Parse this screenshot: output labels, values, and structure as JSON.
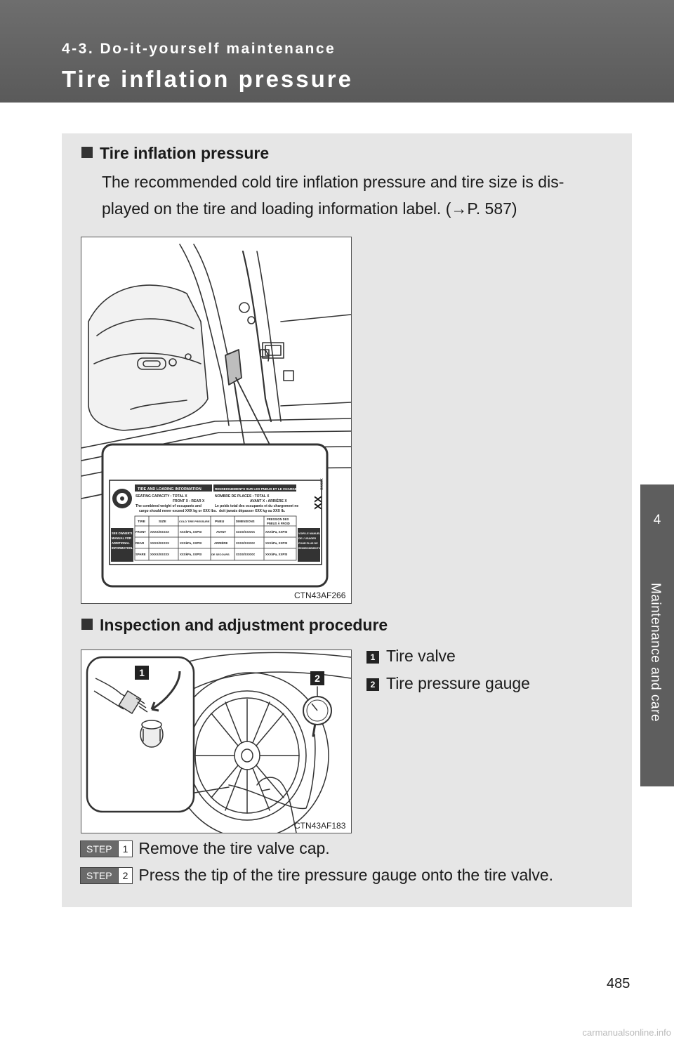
{
  "header": {
    "section_label": "4-3. Do-it-yourself maintenance",
    "page_title": "Tire inflation pressure"
  },
  "side_tab": {
    "chapter_number": "4",
    "chapter_title": "Maintenance and care"
  },
  "sections": {
    "tire_inflation": {
      "heading": "Tire inflation pressure",
      "line1": "The recommended cold tire inflation pressure and tire size is dis-",
      "line2": "played on the tire and loading information label. (→P. 587)"
    },
    "inspection": {
      "heading": "Inspection and adjustment procedure"
    }
  },
  "figure1": {
    "code": "CTN43AF266",
    "label": {
      "title_en": "TIRE AND LOADING INFORMATION",
      "title_fr": "RENSEIGNEMENTS SUR LES PNEUS ET LE CHARGEMENT",
      "seating_en": "SEATING CAPACITY : TOTAL X",
      "seating_fr": "NOMBRE DE PLACES : TOTAL X",
      "front_rear_en": "FRONT X : REAR X",
      "front_rear_fr": "AVANT X : ARRIÈRE X",
      "weight_en1": "The combined weight of occupants and",
      "weight_en2": "cargo should never exceed XXX kg or XXX lbs.",
      "weight_fr1": "Le poids total des occupants et du chargement ne",
      "weight_fr2": "doit jamais dépasser XXX kg ou XXX lb.",
      "code_big": "XX",
      "code_small": "XXXXX",
      "see_manual": [
        "SEE OWNER'S",
        "MANUAL FOR",
        "ADDITIONAL",
        "INFORMATION."
      ],
      "voir_manuel": [
        "VOIR LE MANUEL",
        "DE L'USAGER",
        "POUR PLUS DE",
        "RENSEIGNEMENTS."
      ],
      "headers_en": [
        "TIRE",
        "SIZE",
        "COLD TIRE PRESSURE"
      ],
      "headers_fr": [
        "PNEU",
        "DIMENSIONS",
        "PRESSION DES",
        "PNEUS À FROID"
      ],
      "rows": [
        {
          "en": "FRONT",
          "fr": "AVANT",
          "size": "XXXX/XXXXX",
          "pressure": "XXXkPa, XXPSI"
        },
        {
          "en": "REAR",
          "fr": "ARRIÈRE",
          "size": "XXXX/XXXXX",
          "pressure": "XXXkPa, XXPSI"
        },
        {
          "en": "SPARE",
          "fr": "DE SECOURS",
          "size": "XXXX/XXXXX",
          "pressure": "XXXkPa, XXPSI"
        }
      ]
    }
  },
  "figure2": {
    "code": "CTN43AF183",
    "callouts": [
      "1",
      "2"
    ]
  },
  "legend": [
    {
      "marker": "1",
      "text": "Tire valve"
    },
    {
      "marker": "2",
      "text": "Tire pressure gauge"
    }
  ],
  "steps": [
    {
      "label": "STEP",
      "number": "1",
      "text": "Remove the tire valve cap."
    },
    {
      "label": "STEP",
      "number": "2",
      "text": "Press the tip of the tire pressure gauge onto the tire valve."
    }
  ],
  "page_number": "485",
  "watermark": "carmanualsonline.info"
}
